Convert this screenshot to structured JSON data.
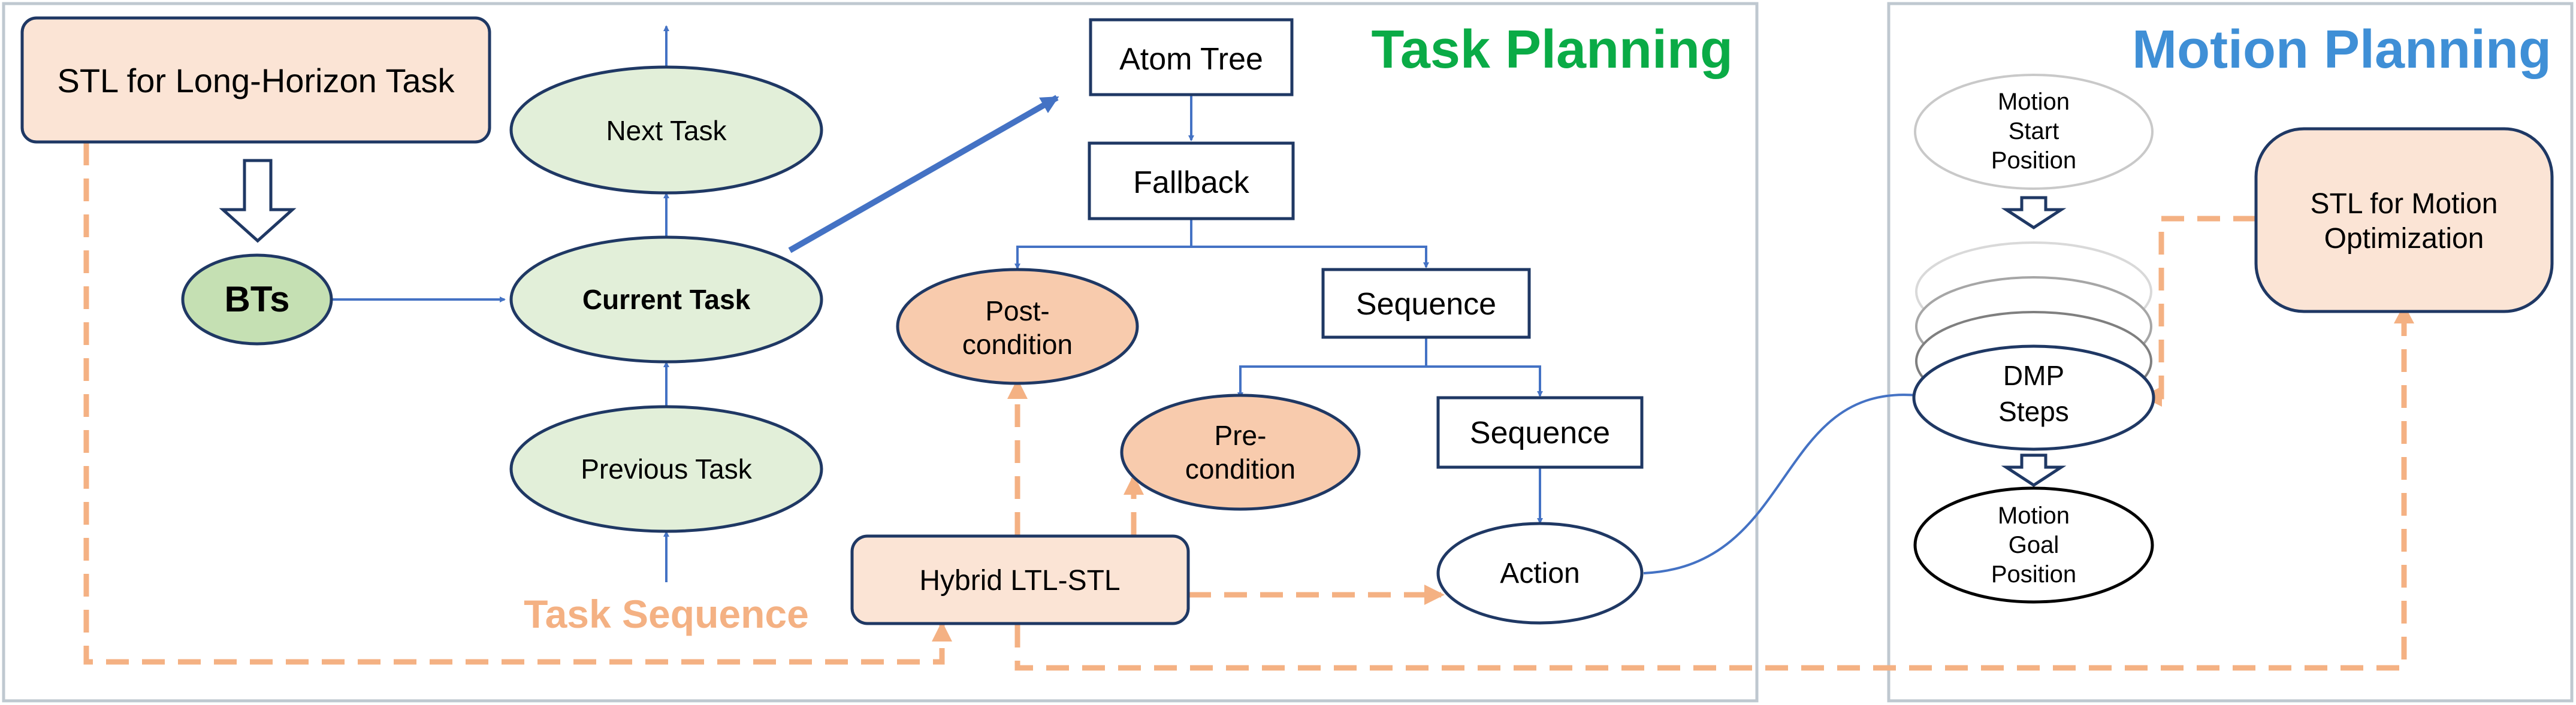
{
  "panels": {
    "task_planning": {
      "title": "Task Planning",
      "color": "#0aab46"
    },
    "motion_planning": {
      "title": "Motion Planning",
      "color": "#3f8fd6"
    }
  },
  "nodes": {
    "stl_long_horizon": "STL for Long-Horizon Task",
    "bts": "BTs",
    "next_task": "Next Task",
    "current_task": "Current Task",
    "previous_task": "Previous Task",
    "task_sequence": "Task Sequence",
    "atom_tree": "Atom Tree",
    "fallback": "Fallback",
    "post_condition": [
      "Post-",
      "condition"
    ],
    "sequence_1": "Sequence",
    "pre_condition": [
      "Pre-",
      "condition"
    ],
    "sequence_2": "Sequence",
    "action": "Action",
    "hybrid_ltl_stl": "Hybrid LTL-STL",
    "motion_start": [
      "Motion",
      "Start",
      "Position"
    ],
    "dmp_steps": [
      "DMP",
      "Steps"
    ],
    "motion_goal": [
      "Motion",
      "Goal",
      "Position"
    ],
    "stl_motion_opt": [
      "STL for Motion",
      "Optimization"
    ]
  },
  "colors": {
    "stl_fill": "#fbe4d5",
    "task_ellipse_fill": "#e2efd9",
    "bts_fill": "#c5e0b3",
    "condition_fill": "#f8cbad",
    "arrow_blue": "#4472c4",
    "dashed_orange": "#f4b183",
    "panel_border": "#bfc8d0",
    "task_sequence_label": "#f4b183"
  }
}
